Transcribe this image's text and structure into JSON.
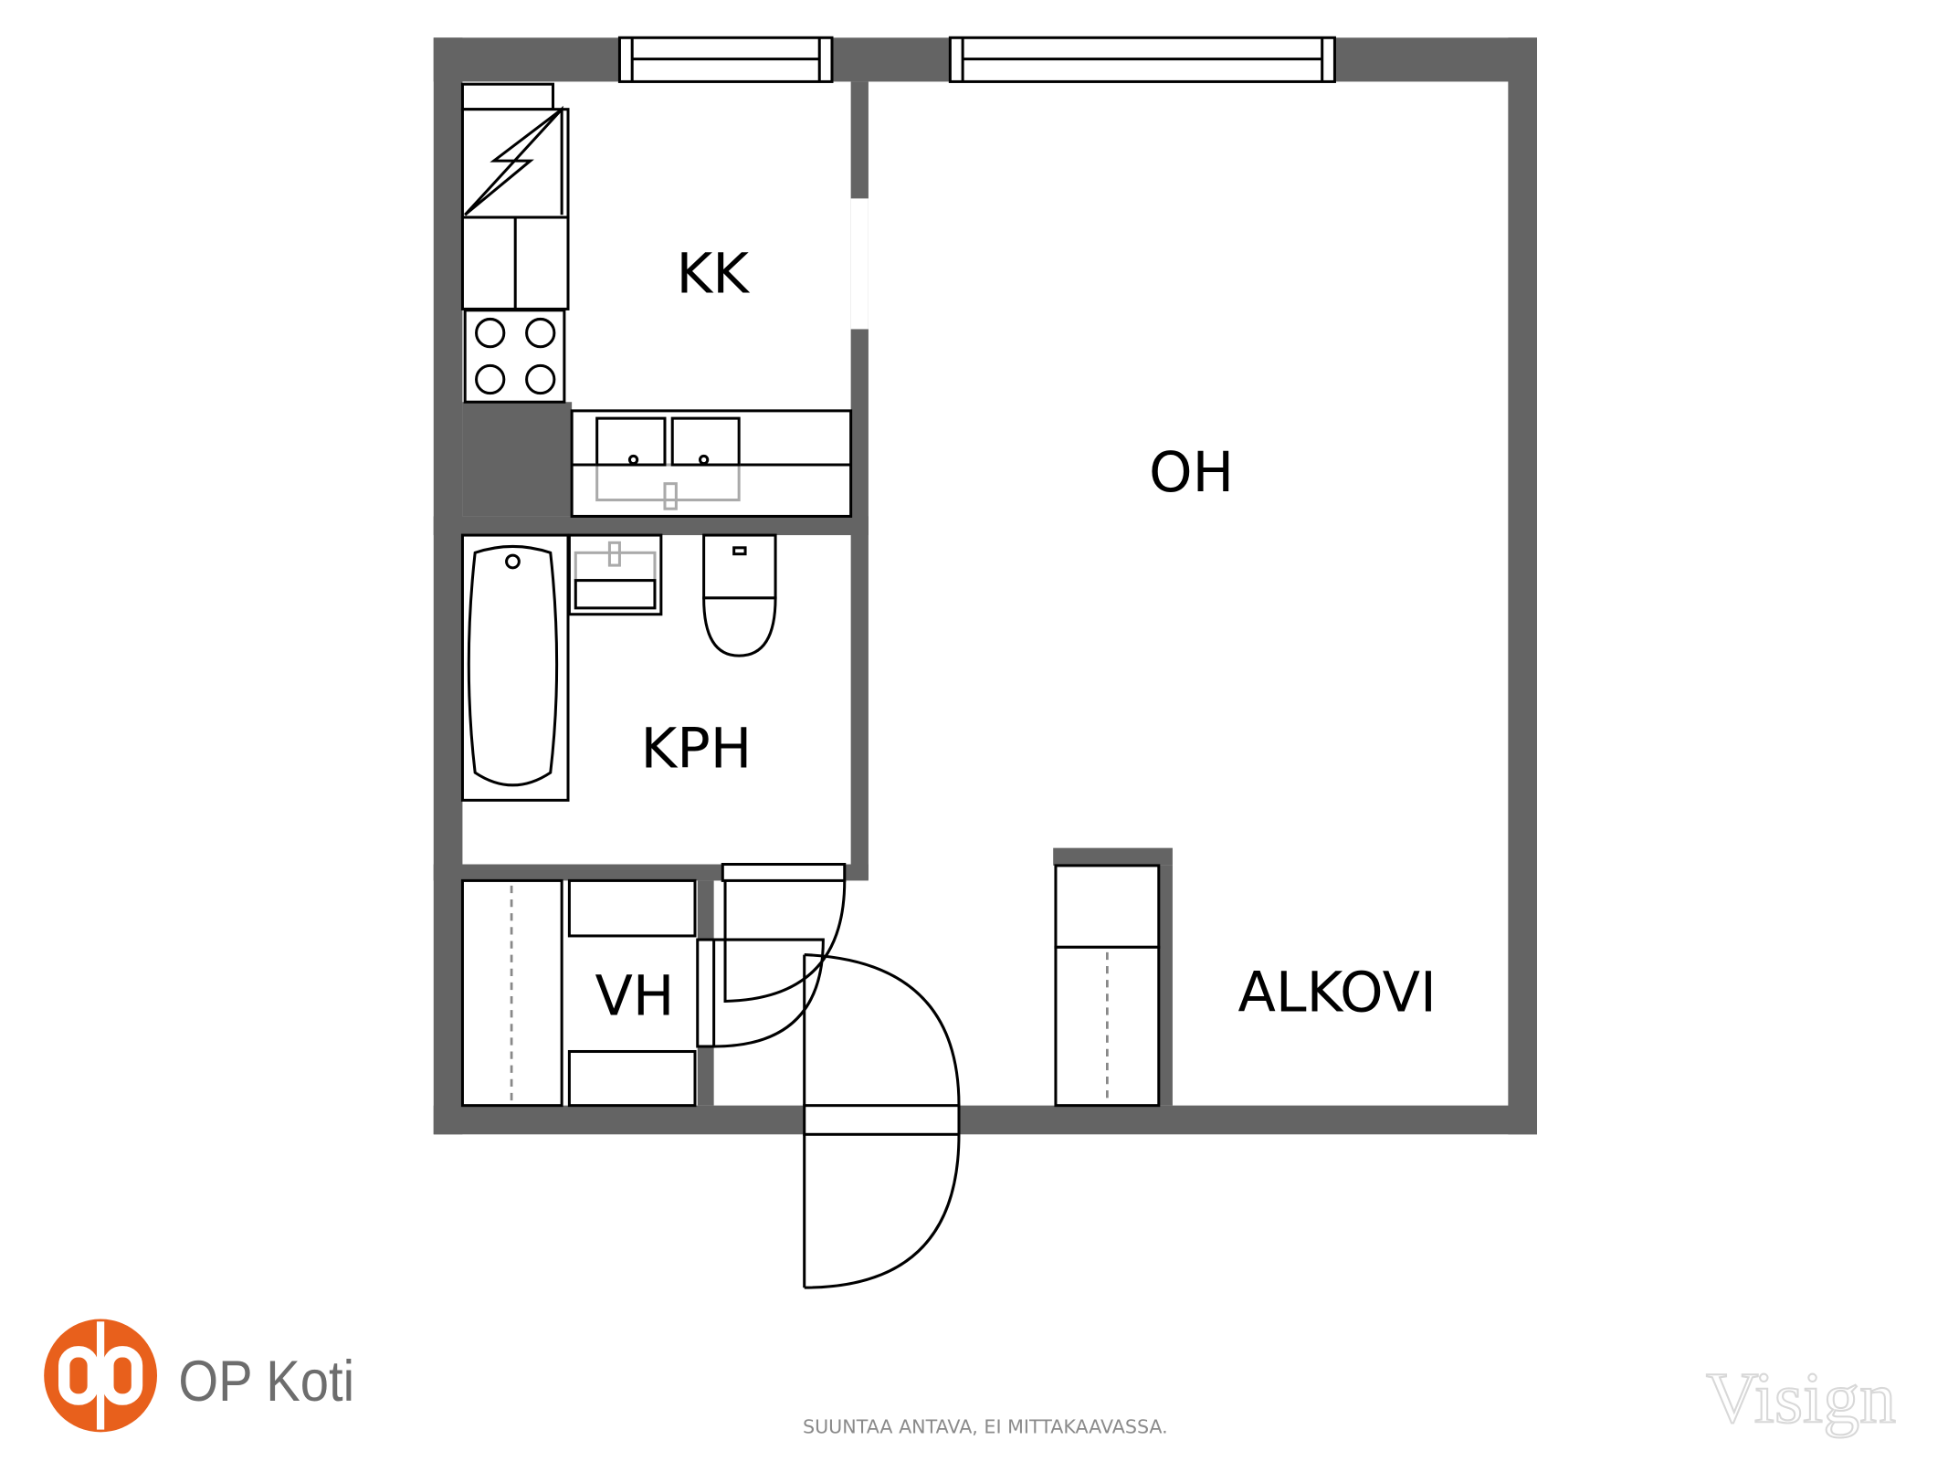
{
  "rooms": {
    "kitchen": "KK",
    "living_room": "OH",
    "bathroom": "KPH",
    "hallway": "VH",
    "alcove": "ALKOVI"
  },
  "footer": {
    "disclaimer": "SUUNTAA ANTAVA, EI MITTAKAAVASSA.",
    "brand": "OP Koti",
    "watermark": "Visign"
  },
  "colors": {
    "wall": "#646464",
    "brand_orange": "#e8601c",
    "brand_text": "#6d6d6d"
  }
}
